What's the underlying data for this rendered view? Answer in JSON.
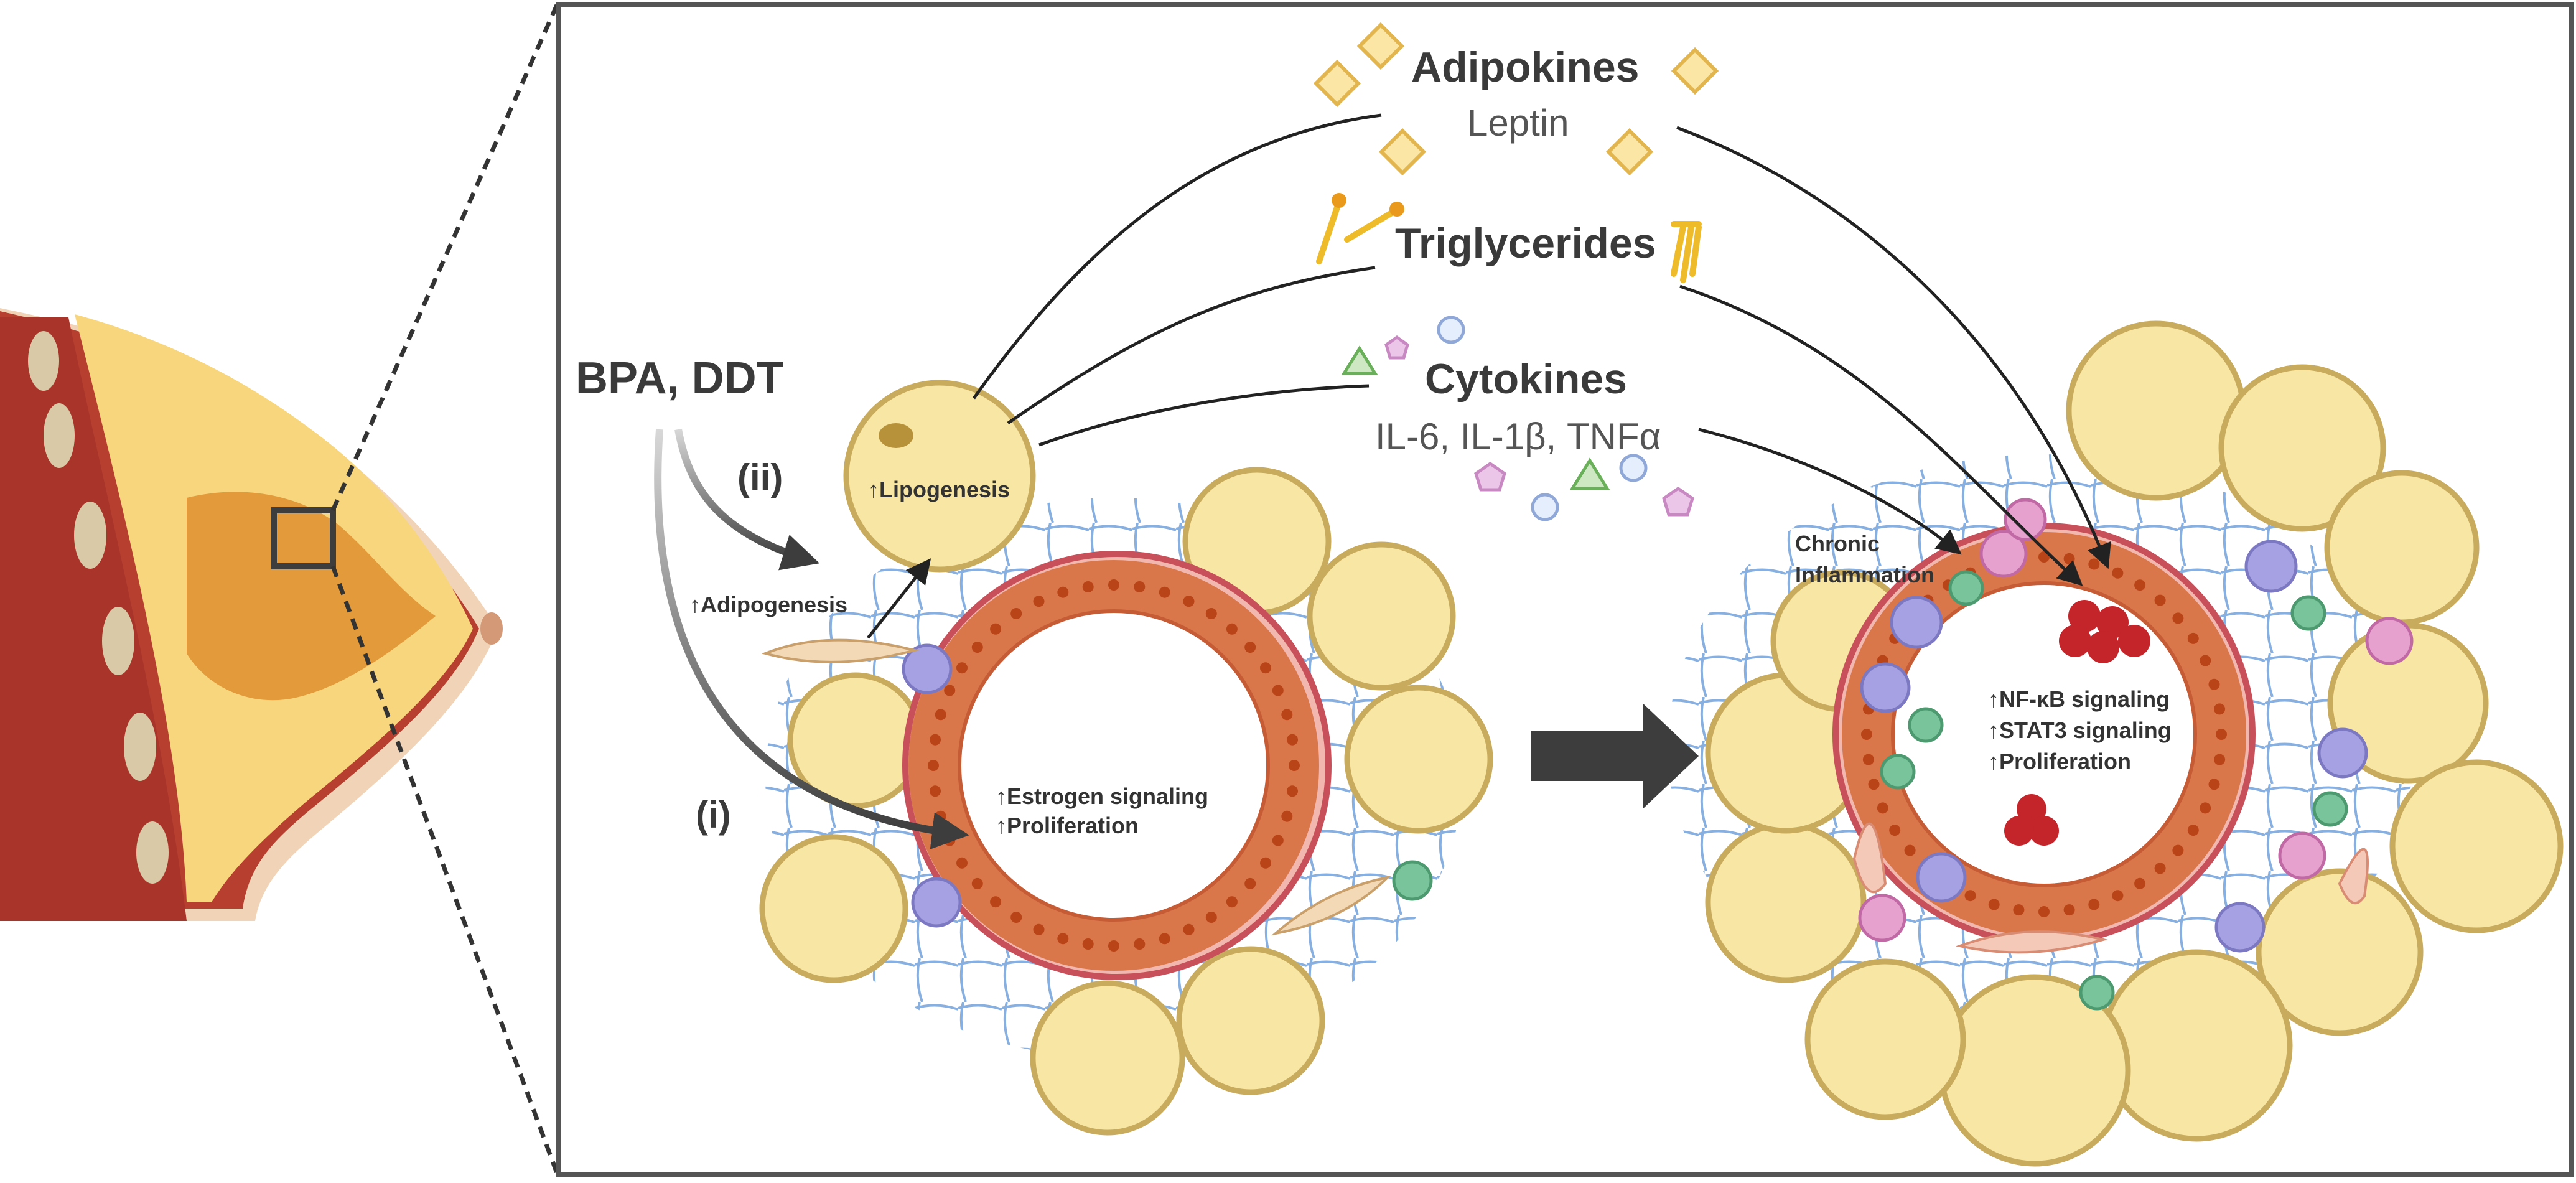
{
  "labels": {
    "adipokines": "Adipokines",
    "leptin": "Leptin",
    "triglycerides": "Triglycerides",
    "cytokines": "Cytokines",
    "cytokine_list": "IL-6, IL-1β, TNFα",
    "bpa_ddt": "BPA, DDT",
    "pathway_ii": "(ii)",
    "pathway_i": "(i)",
    "lipogenesis": "↑Lipogenesis",
    "adipogenesis": "↑Adipogenesis",
    "estrogen_signaling": "↑Estrogen signaling",
    "proliferation_left": "↑Proliferation",
    "chronic": "Chronic",
    "inflammation": "Inflammation",
    "nfkb": "↑NF-κB signaling",
    "stat3": "↑STAT3 signaling",
    "proliferation_right": "↑Proliferation"
  },
  "icons": {
    "adipokine": "diamond-icon",
    "triglyceride": "lipid-icon",
    "cytokine": "cytokine-shape-icon",
    "transition": "right-arrow-icon"
  },
  "colors": {
    "adipocyte": "#f8e7a4",
    "adipocyte_edge": "#c9ab5e",
    "epithelium": "#d9774a",
    "nucleus": "#b94418",
    "vessel": "#c8505a",
    "collagen": "#6f9fd8",
    "immune_purple": "#a5a1e3",
    "immune_green": "#79c49a",
    "immune_pink": "#e6a1cf",
    "tumor": "#c3252b",
    "arrow": "#3d3d3d",
    "frame": "#555555"
  }
}
